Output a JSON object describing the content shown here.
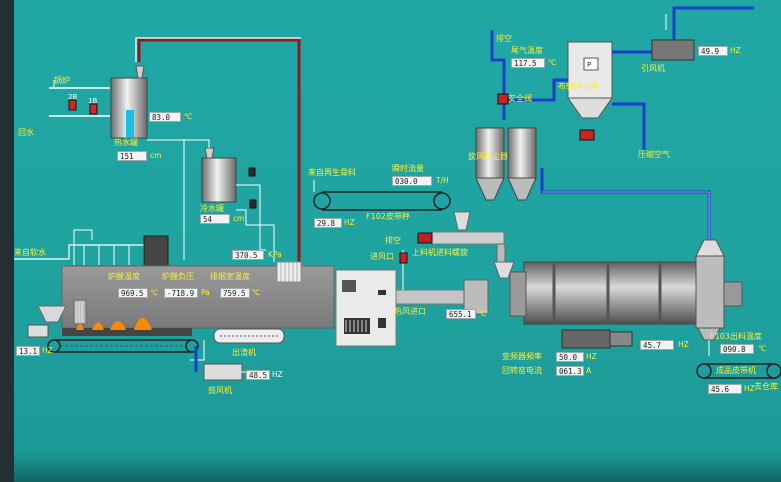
{
  "labels": {
    "boiler": "锅炉",
    "hot_water_return": "回水",
    "hot_water_tank": "热水罐",
    "cold_water_tank": "冷水罐",
    "from_boiler_water": "来自软水",
    "furnace_temp": "炉膛温度",
    "furnace_neg_pressure": "炉膛负压",
    "exhaust_temp": "排烟室温度",
    "slag_machine": "出渣机",
    "blower": "鼓风机",
    "from_regen_material": "来自再生骨料",
    "instant_flow": "瞬时流量",
    "belt_feeder": "F102皮带秤",
    "exhaust_top": "排空",
    "air_inlet": "进风口",
    "burner_feed": "上料机进料螺旋",
    "hot_air_inlet": "热风进口",
    "rotary_kiln_freq": "变频器频率",
    "kiln_current": "回转窑电流",
    "dust_collector": "旋风除尘器",
    "safety_valve": "安全阀",
    "exhaust_vent": "排空",
    "tail_gas_temp": "尾气温度",
    "bag_filter": "布袋除尘器",
    "induced_fan": "引风机",
    "compressed_air": "压缩空气",
    "discharge_temp": "F103出料温度",
    "discharge_belt": "成品皮带机",
    "to_storage": "去仓库"
  },
  "values": {
    "hot_tank_temp": "83.0",
    "hot_tank_level": "151",
    "cold_tank_level": "54",
    "pressure": "370.5",
    "furnace_temp": "969.5",
    "furnace_pressure": "-718.9",
    "exhaust_temp": "759.5",
    "left_motor": "13.1",
    "blower_freq": "48.5",
    "belt_speed": "29.8",
    "instant_flow": "030.0",
    "kiln_outlet_temp": "655.1",
    "kiln_freq": "50.0",
    "kiln_current": "061.3",
    "tail_gas_temp": "117.5",
    "induced_fan_freq": "49.9",
    "discharge_freq": "45.7",
    "discharge_temp": "090.8",
    "discharge_belt_freq": "45.6",
    "valve_2b": "2B",
    "valve_1b": "1B",
    "small_box_label": "P"
  },
  "units": {
    "celsius": "℃",
    "cm": "cm",
    "kpa": "KPa",
    "pa": "Pa",
    "hz": "HZ",
    "amp": "A",
    "t_per_h": "T/H",
    "m": "m"
  },
  "colors": {
    "screen_bg": "#20a7a4",
    "pipe_blue": "#1b3fc9",
    "pipe_red": "#8a1d1d",
    "pipe_white": "#e8e8e8",
    "label_yellow": "#ffee33",
    "flame": "#ff8a00"
  }
}
